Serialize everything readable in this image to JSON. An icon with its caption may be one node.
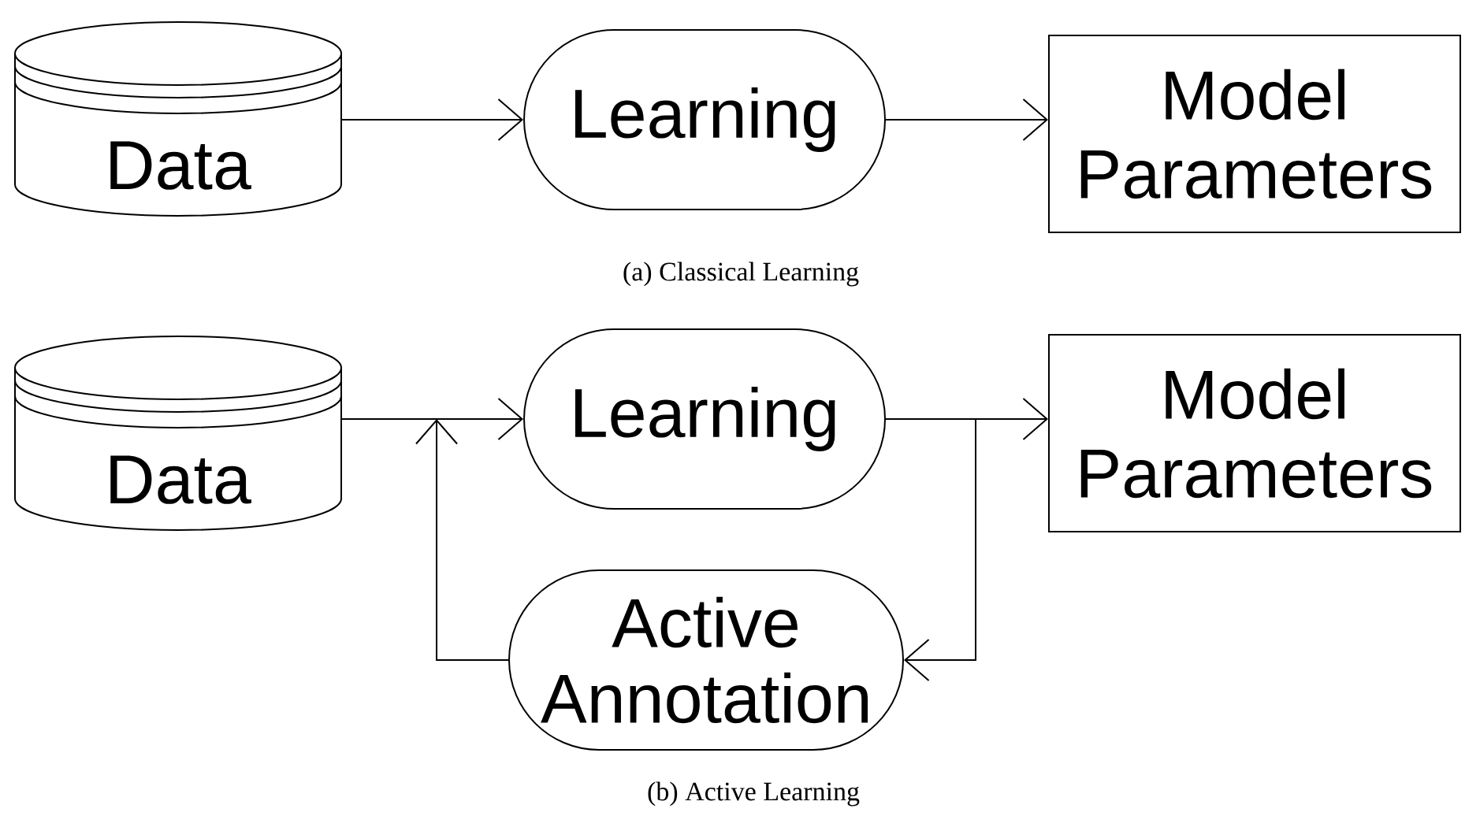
{
  "diagram": {
    "nodes": [
      {
        "text": [
          "Data"
        ]
      },
      {
        "text": [
          "Learning"
        ]
      },
      {
        "text": [
          "Model Parameters"
        ]
      },
      {
        "text": [
          "Data"
        ]
      },
      {
        "text": [
          "Learning"
        ]
      },
      {
        "text": [
          "Model Parameters"
        ]
      },
      {
        "text": [
          "Active Annotation"
        ]
      }
    ],
    "edges": [
      {
        "from": 0,
        "to": 1,
        "arrow": "to"
      },
      {
        "from": 1,
        "to": 2,
        "arrow": "to"
      },
      {
        "from": 3,
        "to": 4,
        "arrow": "to"
      },
      {
        "from": 4,
        "to": 5,
        "arrow": "to"
      },
      {
        "from": 4,
        "to": 6,
        "arrow": "to"
      },
      {
        "from": 6,
        "to": 4,
        "arrow": "to"
      }
    ],
    "labels": [
      "(a) Classical Learning",
      "(b) Active Learning"
    ]
  }
}
